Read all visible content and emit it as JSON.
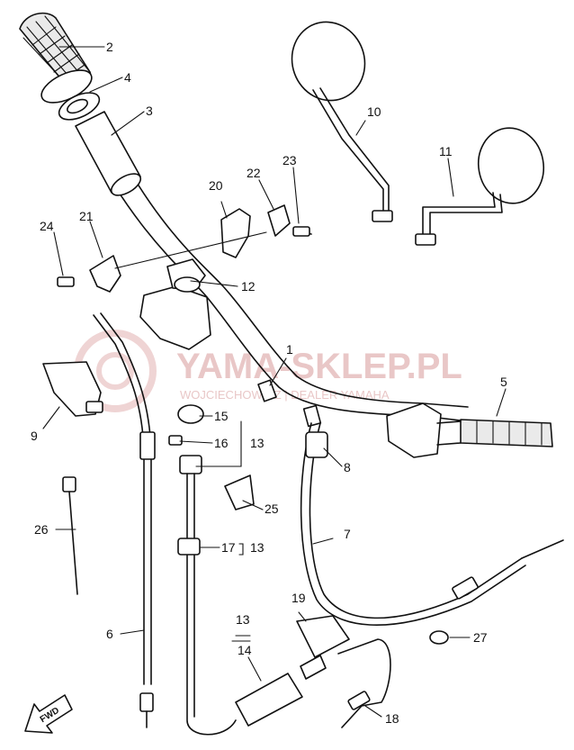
{
  "diagram": {
    "callouts": {
      "c1": "1",
      "c2": "2",
      "c3": "3",
      "c4": "4",
      "c5": "5",
      "c6": "6",
      "c7": "7",
      "c8": "8",
      "c9": "9",
      "c10": "10",
      "c11": "11",
      "c12": "12",
      "c13a": "13",
      "c13b": "13",
      "c13c": "13",
      "c14": "14",
      "c15": "15",
      "c16": "16",
      "c17": "17",
      "c18": "18",
      "c19": "19",
      "c20": "20",
      "c21": "21",
      "c22": "22",
      "c23": "23",
      "c24": "24",
      "c25": "25",
      "c26": "26",
      "c27": "27"
    },
    "fwd_label": "FWD"
  },
  "watermark": {
    "brand": "YAMA-SKLEP.PL",
    "dealer": "WOJCIECHOWICZ | DEALER YAMAHA"
  }
}
